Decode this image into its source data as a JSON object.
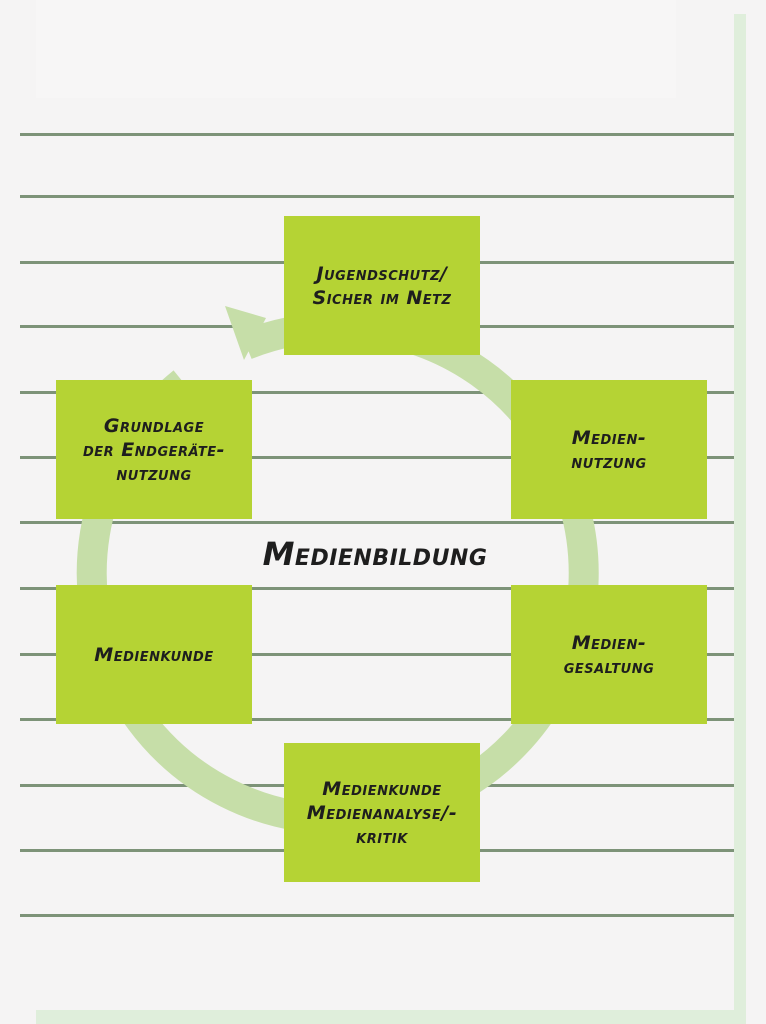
{
  "diagram": {
    "title": "Medienbildung",
    "nodes": [
      {
        "id": "jugendschutz",
        "label": "Jugendschutz/\nSicher im Netz"
      },
      {
        "id": "mediennutzung",
        "label": "Medien-\nnutzung"
      },
      {
        "id": "mediengestaltung",
        "label": "Medien-\ngesaltung"
      },
      {
        "id": "medienanalyse",
        "label": "Medienkunde\nMedienanalyse/-\nkritik"
      },
      {
        "id": "medienkunde",
        "label": "Medienkunde"
      },
      {
        "id": "grundlage",
        "label": "Grundlage\nder Endgeräte-\nnutzung"
      }
    ],
    "colors": {
      "box": "#b5d334",
      "ring": "#c6dea8",
      "rule": "#7d9378",
      "text": "#1e1e1e"
    }
  }
}
